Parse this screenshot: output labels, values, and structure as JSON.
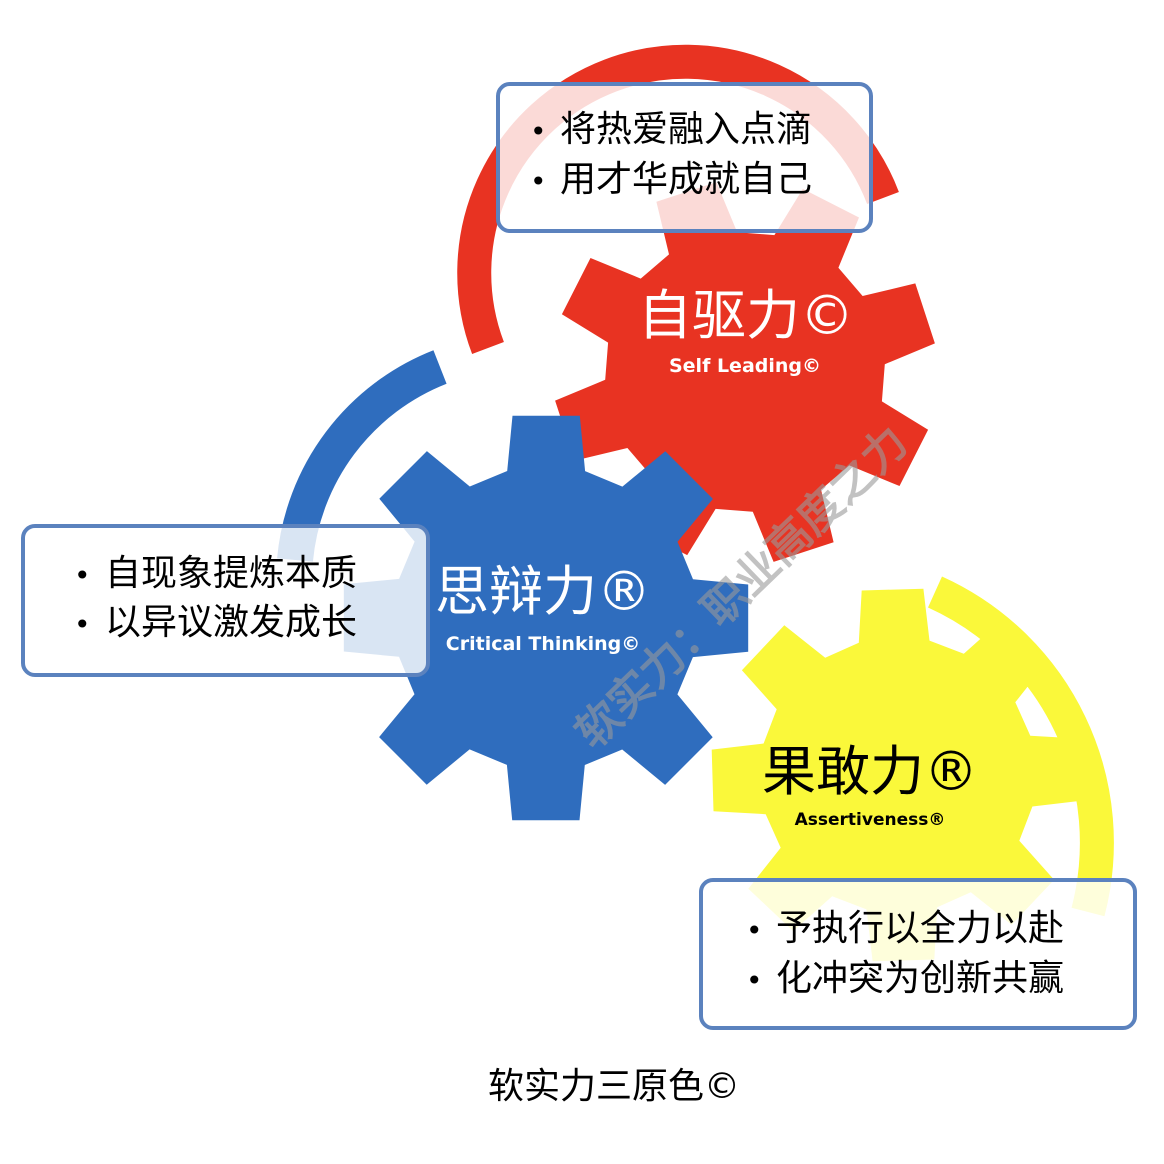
{
  "colors": {
    "red": "#E83322",
    "blue": "#2F6DBE",
    "yellow": "#FAF83A",
    "box_border": "#5B82BE",
    "text": "#000000",
    "white": "#ffffff",
    "watermark": "#9a9a9a"
  },
  "gears": {
    "self_leading": {
      "title": "自驱力©",
      "subtitle": "Self Leading©"
    },
    "critical_thinking": {
      "title": "思辩力®",
      "subtitle": "Critical Thinking©"
    },
    "assertiveness": {
      "title": "果敢力®",
      "subtitle": "Assertiveness®"
    }
  },
  "boxes": {
    "self_leading": {
      "bullets": [
        "将热爱融入点滴",
        "用才华成就自己"
      ]
    },
    "critical_thinking": {
      "bullets": [
        "自现象提炼本质",
        "以异议激发成长"
      ]
    },
    "assertiveness": {
      "bullets": [
        "予执行以全力以赴",
        "化冲突为创新共赢"
      ]
    }
  },
  "bullet_glyph": "•",
  "watermark": "软实力：职业高度之力",
  "caption": "软实力三原色©"
}
